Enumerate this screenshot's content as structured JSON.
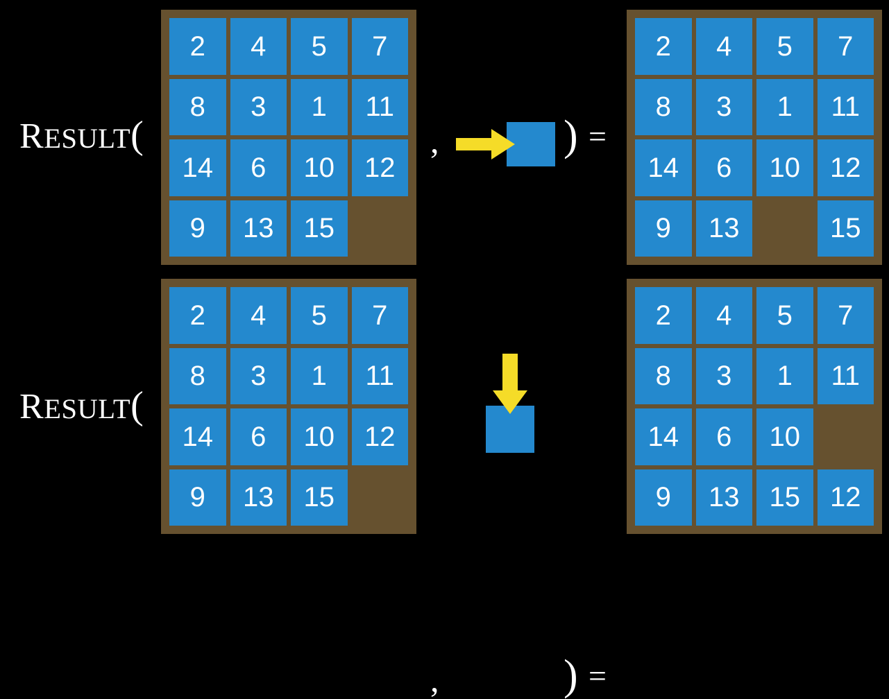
{
  "page": {
    "background_color": "#000000",
    "tile_color": "#2489ce",
    "board_color": "#66512f",
    "arrow_color": "#f5dc28",
    "text_color": "#ffffff"
  },
  "rows": [
    {
      "label_big": "R",
      "label_rest": "ESULT",
      "label_open_paren": "(",
      "separator_comma": ",",
      "close_paren": ")",
      "equals": "=",
      "action": {
        "icon": "arrow-right-icon",
        "direction": "right",
        "description": "slide tile right"
      },
      "input_board": {
        "name": "input-board-row-1",
        "grid": [
          [
            "2",
            "4",
            "5",
            "7"
          ],
          [
            "8",
            "3",
            "1",
            "11"
          ],
          [
            "14",
            "6",
            "10",
            "12"
          ],
          [
            "9",
            "13",
            "15",
            ""
          ]
        ]
      },
      "output_board": {
        "name": "output-board-row-1",
        "grid": [
          [
            "2",
            "4",
            "5",
            "7"
          ],
          [
            "8",
            "3",
            "1",
            "11"
          ],
          [
            "14",
            "6",
            "10",
            "12"
          ],
          [
            "9",
            "13",
            "",
            "15"
          ]
        ]
      }
    },
    {
      "label_big": "R",
      "label_rest": "ESULT",
      "label_open_paren": "(",
      "separator_comma": ",",
      "close_paren": ")",
      "equals": "=",
      "action": {
        "icon": "arrow-down-icon",
        "direction": "down",
        "description": "slide tile down"
      },
      "input_board": {
        "name": "input-board-row-2",
        "grid": [
          [
            "2",
            "4",
            "5",
            "7"
          ],
          [
            "8",
            "3",
            "1",
            "11"
          ],
          [
            "14",
            "6",
            "10",
            "12"
          ],
          [
            "9",
            "13",
            "15",
            ""
          ]
        ]
      },
      "output_board": {
        "name": "output-board-row-2",
        "grid": [
          [
            "2",
            "4",
            "5",
            "7"
          ],
          [
            "8",
            "3",
            "1",
            "11"
          ],
          [
            "14",
            "6",
            "10",
            ""
          ],
          [
            "9",
            "13",
            "15",
            "12"
          ]
        ]
      }
    }
  ]
}
